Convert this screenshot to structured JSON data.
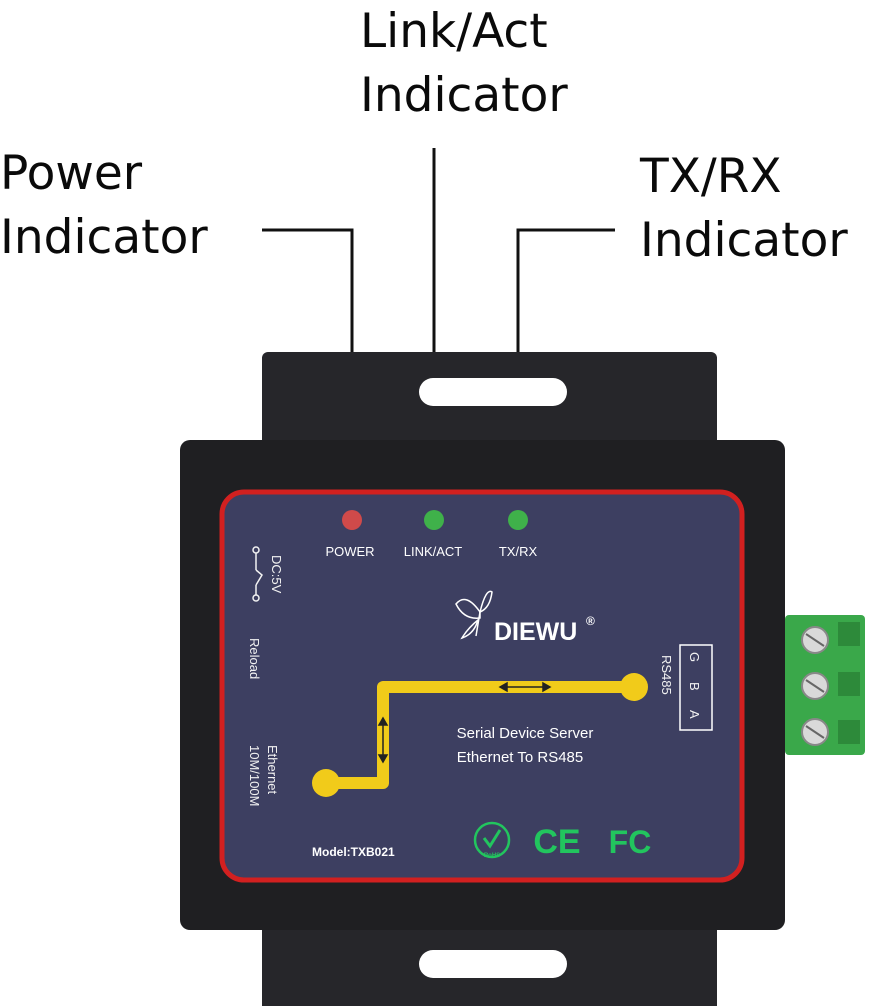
{
  "callouts": {
    "power": {
      "line1": "Power",
      "line2": "Indicator"
    },
    "link_act": {
      "line1": "Link/Act",
      "line2": "Indicator"
    },
    "tx_rx": {
      "line1": "TX/RX",
      "line2": "Indicator"
    }
  },
  "device": {
    "leds": {
      "power": {
        "label": "POWER",
        "color": "#d04a4a"
      },
      "link_act": {
        "label": "LINK/ACT",
        "color": "#3fb14a"
      },
      "tx_rx": {
        "label": "TX/RX",
        "color": "#3fb14a"
      }
    },
    "side_labels": {
      "dc": "DC:5V",
      "reload": "Reload",
      "ethernet_line1": "Ethernet",
      "ethernet_line2": "10M/100M"
    },
    "brand": "DIEWU",
    "brand_mark": "®",
    "product_line1": "Serial Device Server",
    "product_line2": "Ethernet To RS485",
    "rs485_label": "RS485",
    "terminal_letters": [
      "A",
      "B",
      "G"
    ],
    "model": "Model:TXB021",
    "certifications": [
      "RoHS",
      "CE",
      "FC"
    ],
    "colors": {
      "enclosure": "#1f1f22",
      "panel": "#3d3f61",
      "panel_border": "#d22020",
      "trace": "#f1cb1a",
      "terminal_block": "#3aa84a"
    }
  }
}
